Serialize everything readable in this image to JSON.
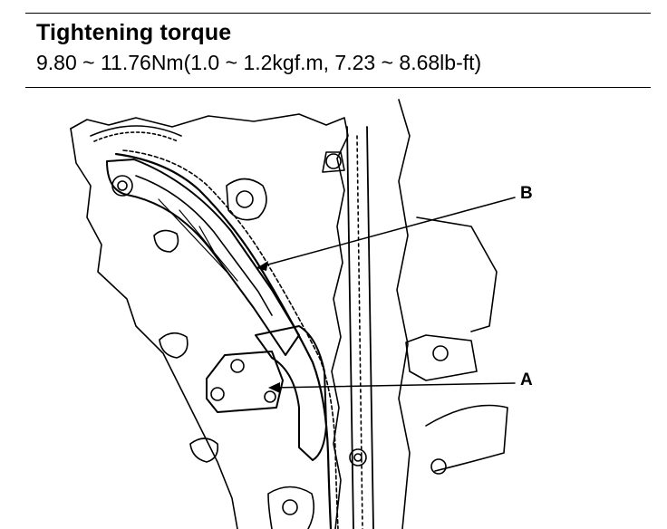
{
  "spec": {
    "title": "Tightening torque",
    "value": "9.80 ~ 11.76Nm(1.0 ~ 1.2kgf.m, 7.23 ~ 8.68lb-ft)"
  },
  "callouts": {
    "b": "B",
    "a": "A"
  }
}
